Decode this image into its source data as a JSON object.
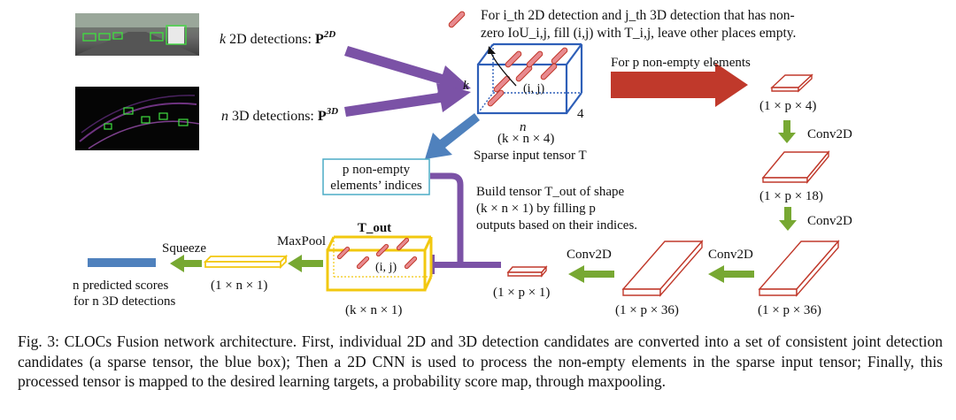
{
  "diagram": {
    "label_2d_pre": "k",
    "label_2d_mid": " 2D detections: ",
    "label_2d_sym": "P",
    "label_2d_sup": "2D",
    "label_3d_pre": "n",
    "label_3d_mid": " 3D detections: ",
    "label_3d_sym": "P",
    "label_3d_sup": "3D",
    "legend_line1": "For i_th 2D detection and j_th 3D detection that has non-",
    "legend_line2": "zero IoU_i,j, fill (i,j) with T_i,j, leave other places empty.",
    "tensor_k": "k",
    "tensor_n": "n",
    "tensor_4": "4",
    "cell_ij": "(i, j)",
    "tensor_shape": "(k × n × 4)",
    "tensor_name": "Sparse input tensor T",
    "nonempty_label": "For p non-empty elements",
    "shape_p4": "(1 × p × 4)",
    "conv2d_1": "Conv2D",
    "shape_p18": "(1 × p × 18)",
    "conv2d_2": "Conv2D",
    "shape_p36_right": "(1 × p × 36)",
    "conv2d_3": "Conv2D",
    "shape_p36_mid": "(1 × p × 36)",
    "conv2d_4": "Conv2D",
    "shape_p1": "(1 × p × 1)",
    "indices_line1": "p non-empty",
    "indices_line2": "elements’ indices",
    "build_line1": "Build tensor T_out of shape",
    "build_line2": "(k × n × 1) by filling p",
    "build_line3": "outputs based on their indices.",
    "tout_title": "T_out",
    "tout_cell": "(i, j)",
    "tout_shape": "(k × n × 1)",
    "maxpool": "MaxPool",
    "squeeze": "Squeeze",
    "shape_n1": "(1 × n × 1)",
    "scores_line1": "n predicted scores",
    "scores_line2": "for n 3D detections"
  },
  "caption": {
    "text": "Fig. 3: CLOCs Fusion network architecture. First, individual 2D and 3D detection candidates are converted into a set of consistent joint detection candidates (a sparse tensor, the blue box); Then a 2D CNN is used to process the non-empty elements in the sparse input tensor; Finally, this processed tensor is mapped to the desired learning targets, a probability score map, through maxpooling."
  },
  "colors": {
    "blue_tensor": "#2e5fb8",
    "purple_arrow": "#7b52a6",
    "red_arrow": "#c0392b",
    "steel_blue": "#4f81bd",
    "green_arrow": "#77a832",
    "yellow_box": "#f2c80f",
    "pink_element": "#d9676c",
    "teal_border": "#4bacc6"
  }
}
